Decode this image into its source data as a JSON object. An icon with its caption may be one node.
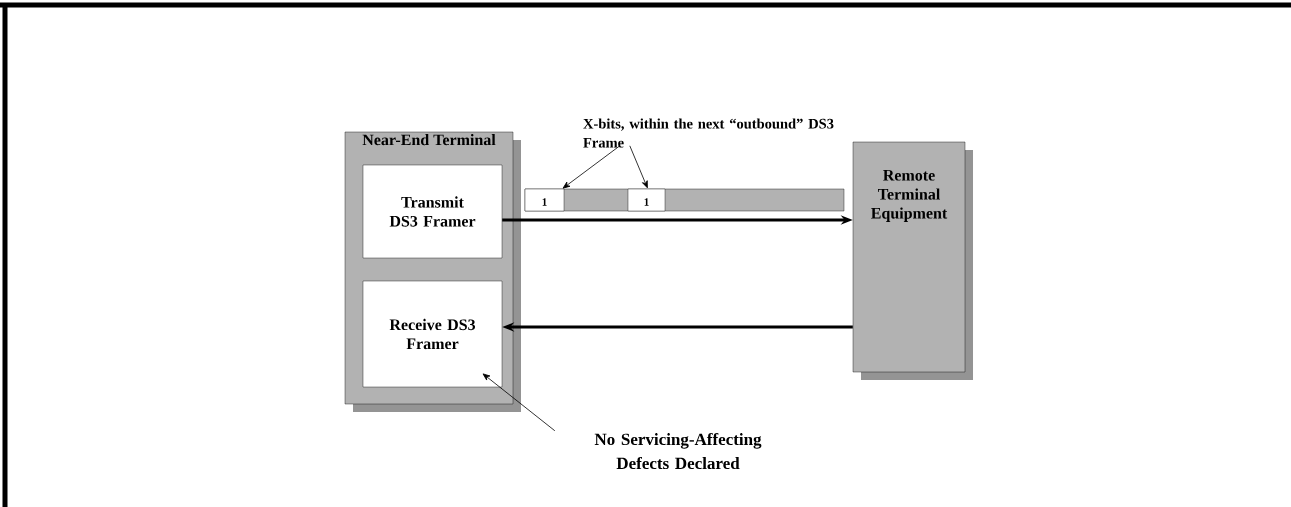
{
  "diagram": {
    "nodes": [
      {
        "text": [
          "Near-End Terminal"
        ]
      },
      {
        "text": [
          "Transmit DS3 Framer"
        ],
        "in": 0
      },
      {
        "text": [
          "Receive DS3 Framer"
        ],
        "in": 0
      },
      {
        "text": [
          "X-bits, within the next “outbound” DS3 Frame"
        ]
      },
      {
        "text": [],
        "shape": "bar"
      },
      {
        "text": [
          "1"
        ],
        "in": 4
      },
      {
        "text": [
          "1"
        ],
        "in": 4
      },
      {
        "text": [
          "Remote Terminal Equipment"
        ]
      },
      {
        "text": [
          "No Servicing-Affecting Defects Declared"
        ]
      }
    ],
    "edges": [
      {
        "from": 1,
        "to": 7,
        "arrow": "to",
        "style": "thick"
      },
      {
        "from": 7,
        "to": 2,
        "arrow": "to",
        "style": "thick"
      },
      {
        "from": 3,
        "to": 5,
        "arrow": "to"
      },
      {
        "from": 3,
        "to": 6,
        "arrow": "to"
      },
      {
        "from": 8,
        "to": 2,
        "arrow": "to"
      }
    ]
  }
}
